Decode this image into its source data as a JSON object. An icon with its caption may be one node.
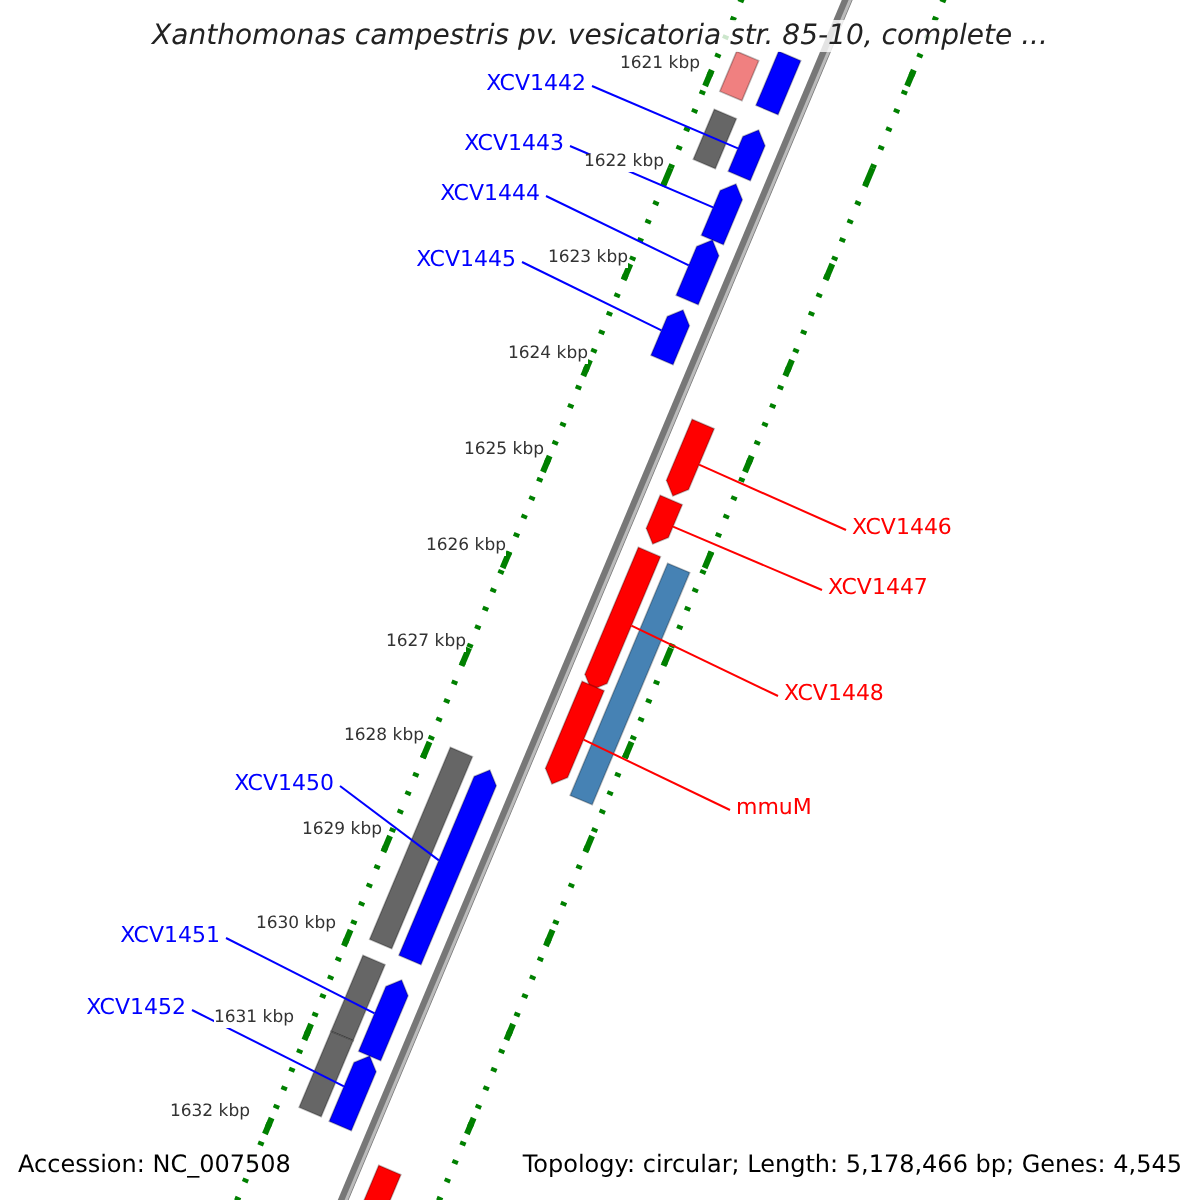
{
  "diagram": {
    "title": "Xanthomonas campestris pv. vesicatoria str. 85-10, complete ...",
    "nodes": [
      {
        "text": [
          "XCV1442"
        ]
      },
      {
        "text": [
          "XCV1443"
        ]
      },
      {
        "text": [
          "XCV1444"
        ]
      },
      {
        "text": [
          "XCV1445"
        ]
      },
      {
        "text": [
          "XCV1446"
        ]
      },
      {
        "text": [
          "XCV1447"
        ]
      },
      {
        "text": [
          "XCV1448"
        ]
      },
      {
        "text": [
          "mmuM"
        ]
      },
      {
        "text": [
          "XCV1450"
        ]
      },
      {
        "text": [
          "XCV1451"
        ]
      },
      {
        "text": [
          "XCV1452"
        ]
      },
      {
        "text": [],
        "shape": "bar"
      },
      {
        "text": [],
        "shape": "bar"
      },
      {
        "text": [],
        "shape": "bar"
      },
      {
        "text": [],
        "shape": "bar"
      },
      {
        "text": [],
        "shape": "bar"
      },
      {
        "text": [],
        "shape": "bar"
      },
      {
        "text": [],
        "shape": "bar"
      },
      {
        "text": [],
        "shape": "bar"
      },
      {
        "text": [],
        "shape": "bar"
      },
      {
        "text": [],
        "shape": "bar"
      },
      {
        "text": [],
        "shape": "bar"
      },
      {
        "text": [],
        "shape": "bar"
      },
      {
        "text": [],
        "shape": "bar"
      },
      {
        "text": [],
        "shape": "bar"
      },
      {
        "text": [],
        "shape": "bar"
      },
      {
        "text": [],
        "shape": "bar"
      },
      {
        "text": [],
        "shape": "bar"
      },
      {
        "text": [],
        "shape": "bar"
      },
      {
        "text": [],
        "shape": "bar"
      }
    ],
    "edges": [
      {
        "from": 0,
        "to": 14,
        "arrow": "none"
      },
      {
        "from": 1,
        "to": 15,
        "arrow": "none"
      },
      {
        "from": 2,
        "to": 16,
        "arrow": "none"
      },
      {
        "from": 3,
        "to": 17,
        "arrow": "none"
      },
      {
        "from": 4,
        "to": 18,
        "arrow": "none",
        "color": "#ff0000"
      },
      {
        "from": 5,
        "to": 19,
        "arrow": "none",
        "color": "#ff0000"
      },
      {
        "from": 6,
        "to": 20,
        "arrow": "none",
        "color": "#ff0000"
      },
      {
        "from": 7,
        "to": 22,
        "arrow": "none",
        "color": "#ff0000"
      },
      {
        "from": 8,
        "to": 24,
        "arrow": "none"
      },
      {
        "from": 9,
        "to": 26,
        "arrow": "none"
      },
      {
        "from": 10,
        "to": 28,
        "arrow": "none"
      }
    ],
    "labels": [
      "1621 kbp",
      "1622 kbp",
      "1623 kbp",
      "1624 kbp",
      "1625 kbp",
      "1626 kbp",
      "1627 kbp",
      "1628 kbp",
      "1629 kbp",
      "1630 kbp",
      "1631 kbp",
      "1632 kbp",
      "Accession: NC_007508",
      "Topology: circular; Length: 5,178,466 bp; Genes: 4,545"
    ]
  }
}
